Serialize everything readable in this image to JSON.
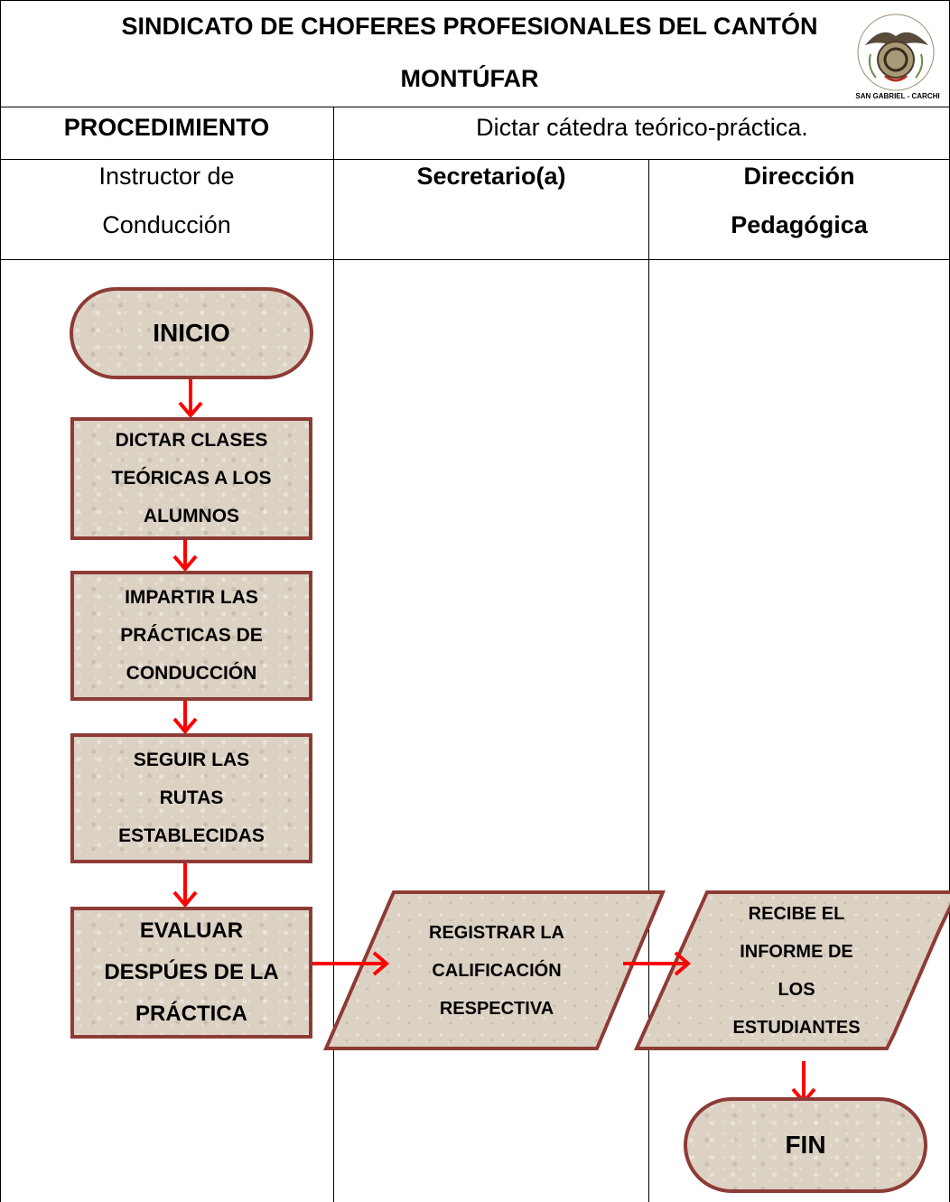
{
  "header": {
    "title_line1": "SINDICATO DE CHOFERES PROFESIONALES DEL CANTÓN",
    "title_line2": "MONTÚFAR",
    "emblem_caption": "SAN GABRIEL - CARCHI"
  },
  "procedure": {
    "label": "PROCEDIMIENTO",
    "value": "Dictar cátedra teórico-práctica."
  },
  "lanes": [
    {
      "line1": "Instructor de",
      "line2": "Conducción"
    },
    {
      "line1": "Secretario(a)",
      "line2": ""
    },
    {
      "line1": "Dirección",
      "line2": "Pedagógica"
    }
  ],
  "flow": {
    "start": "INICIO",
    "step1": [
      "DICTAR CLASES",
      "TEÓRICAS A LOS",
      "ALUMNOS"
    ],
    "step2": [
      "IMPARTIR LAS",
      "PRÁCTICAS DE",
      "CONDUCCIÓN"
    ],
    "step3": [
      "SEGUIR LAS",
      "RUTAS",
      "ESTABLECIDAS"
    ],
    "step4": [
      "EVALUAR",
      "DESPÚES DE LA",
      "PRÁCTICA"
    ],
    "step5": [
      "REGISTRAR LA",
      "CALIFICACIÓN",
      "RESPECTIVA"
    ],
    "step6": [
      "RECIBE EL",
      "INFORME DE",
      "LOS",
      "ESTUDIANTES"
    ],
    "end": "FIN"
  },
  "colors": {
    "node_fill": "#dcd2c4",
    "node_border": "#8e3b36",
    "arrow": "#ff0000"
  }
}
